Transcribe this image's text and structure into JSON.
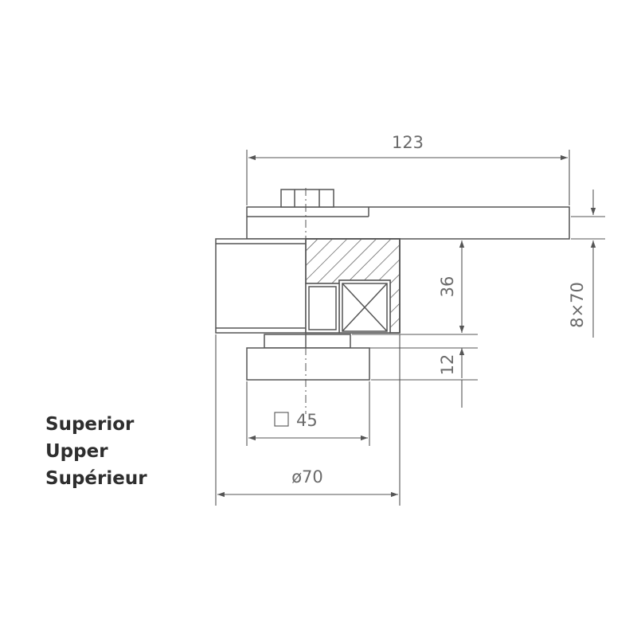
{
  "dimensions": {
    "overall_width": "123",
    "flat_bar": "8×70",
    "block_height": "36",
    "base_height": "12",
    "square_section": "45",
    "diameter": "ø70"
  },
  "caption": {
    "lines": [
      "Superior",
      "Upper",
      "Supérieur"
    ]
  }
}
